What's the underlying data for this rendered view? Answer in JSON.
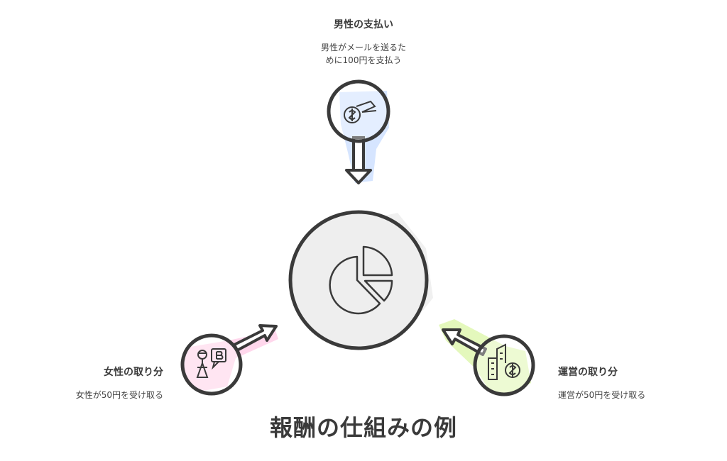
{
  "title": "報酬の仕組みの例",
  "colors": {
    "stroke": "#3a3a3a",
    "center_fill": "#eeeeee",
    "top_accent": "#cfe0ff",
    "left_accent": "#ffd3ea",
    "right_accent": "#e3f8b8"
  },
  "nodes": {
    "top": {
      "title": "男性の支払い",
      "description": "男性がメールを送るた\nめに100円を支払う",
      "icon": "hand-coin-icon"
    },
    "left": {
      "title": "女性の取り分",
      "description": "女性が50円を受け取る",
      "icon": "woman-coin-icon"
    },
    "right": {
      "title": "運営の取り分",
      "description": "運営が50円を受け取る",
      "icon": "building-coin-icon"
    },
    "center": {
      "icon": "pie-chart-icon"
    }
  }
}
